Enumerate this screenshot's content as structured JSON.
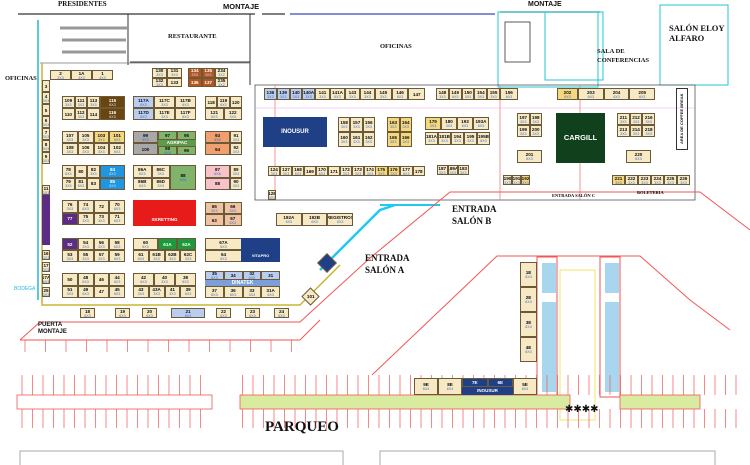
{
  "labels": {
    "presidentes": "PRESIDENTES",
    "montaje_top_left": "MONTAJE",
    "montaje_top_right": "MONTAJE",
    "restaurante": "RESTAURANTE",
    "oficinas_left": "OFICINAS",
    "oficinas_center": "OFICINAS",
    "sala_conferencias": "SALA DE CONFERENCIAS",
    "salon_eloy_alfaro": "SALÓN ELOY ALFARO",
    "entrada_salon_b": "ENTRADA SALÓN B",
    "entrada_salon_a": "ENTRADA SALÓN A",
    "entrada_salon_c": "ENTRADA SALÓN C",
    "boleteria": "BOLETERIA",
    "area_coffee_break": "AREA DE COFFEE BREAK",
    "bodega": "BODEGA",
    "puerta_montaje": "PUERTA MONTAJE",
    "parqueo": "PARQUEO"
  },
  "exhibitors": {
    "agripac": "AGRIPAC",
    "inousur": "INOUSUR",
    "cargill": "CARGILL",
    "skretting": "SKRETTING",
    "vitapro": "VITAPRO",
    "dinatek": "DINATEK",
    "inousur_outdoor": "INOUSUR"
  },
  "colors": {
    "booth": "#f6e9c4",
    "brown": "#6b4510",
    "rust": "#b5541e",
    "light_blue": "#b9cdf0",
    "grey": "#a8a8a8",
    "green": "#7fb46a",
    "orange": "#f0a06e",
    "blue": "#1e96e0",
    "pink": "#f7c3c8",
    "purple": "#5b2b86",
    "red": "#e81b1b",
    "peach": "#efc3a2",
    "dark_green": "#1a9a3a",
    "navy": "#1f3f86",
    "yellow": "#f5d77f",
    "cargill_green": "#10401c"
  },
  "booth_groups": [
    {
      "cells": [
        {
          "n": "2",
          "s": "3X3"
        },
        {
          "n": "1A",
          "s": "4X3"
        },
        {
          "n": "1",
          "s": "4X3"
        }
      ]
    },
    {
      "cells": [
        {
          "n": "130",
          "s": "3X3"
        },
        {
          "n": "131",
          "s": "3X3"
        },
        {
          "n": "132",
          "s": "3X3"
        },
        {
          "n": "133",
          "s": ""
        }
      ]
    },
    {
      "color": "rust",
      "cells": [
        {
          "n": "134",
          "s": "3X3"
        },
        {
          "n": "135",
          "s": "3X3"
        },
        {
          "n": "136",
          "s": ""
        },
        {
          "n": "137",
          "s": ""
        }
      ]
    },
    {
      "cells": [
        {
          "n": "234",
          "s": "3X2"
        },
        {
          "n": "235",
          "s": "3X2"
        }
      ]
    },
    {
      "cells": [
        {
          "n": "3",
          "s": ""
        },
        {
          "n": "4",
          "s": "3X3"
        },
        {
          "n": "5",
          "s": ""
        },
        {
          "n": "6",
          "s": "3X3"
        },
        {
          "n": "7",
          "s": "3X3"
        },
        {
          "n": "8",
          "s": "3X3"
        },
        {
          "n": "9",
          "s": "3X3"
        }
      ]
    },
    {
      "cells": [
        {
          "n": "109",
          "s": "3X3"
        },
        {
          "n": "111",
          "s": "3X3"
        },
        {
          "n": "113",
          "s": "3X3"
        },
        {
          "n": "110",
          "s": ""
        },
        {
          "n": "112",
          "s": "3X3"
        },
        {
          "n": "114",
          "s": ""
        }
      ]
    },
    {
      "color": "brown",
      "cells": [
        {
          "n": "115",
          "s": "6X3"
        },
        {
          "n": "116",
          "s": "6X3"
        }
      ]
    },
    {
      "cells": [
        {
          "n": "117A",
          "s": "6X3",
          "color": "light_blue"
        },
        {
          "n": "117C",
          "s": "3X3"
        },
        {
          "n": "117B",
          "s": "6X3"
        },
        {
          "n": "117D",
          "s": "6X3",
          "color": "light_blue"
        },
        {
          "n": "117E",
          "s": "3X3"
        },
        {
          "n": "117F",
          "s": "6X3"
        }
      ]
    },
    {
      "cells": [
        {
          "n": "118",
          "s": ""
        },
        {
          "n": "119",
          "s": "6X3"
        },
        {
          "n": "120",
          "s": ""
        }
      ]
    },
    {
      "cells": [
        {
          "n": "121",
          "s": "6X3"
        },
        {
          "n": "122",
          "s": "3X3"
        }
      ]
    },
    {
      "cells": [
        {
          "n": "107",
          "s": "3X3"
        },
        {
          "n": "105",
          "s": "3X3"
        },
        {
          "n": "103",
          "s": "3X3",
          "color": "yellow"
        },
        {
          "n": "101",
          "s": "6X3",
          "color": "yellow"
        },
        {
          "n": "108",
          "s": "3X3"
        },
        {
          "n": "106",
          "s": "3X3"
        },
        {
          "n": "104",
          "s": "3X3"
        },
        {
          "n": "102",
          "s": "6X3"
        }
      ]
    },
    {
      "color": "grey",
      "cells": [
        {
          "n": "99",
          "s": "6X3"
        },
        {
          "n": "100",
          "s": ""
        }
      ]
    },
    {
      "color": "green",
      "cells": [
        {
          "n": "97",
          "s": ""
        },
        {
          "n": "95",
          "s": ""
        },
        {
          "n": "98",
          "s": "6X6"
        },
        {
          "n": "96",
          "s": ""
        }
      ]
    },
    {
      "color": "orange",
      "cells": [
        {
          "n": "93",
          "s": "6X6"
        },
        {
          "n": "94",
          "s": ""
        }
      ]
    },
    {
      "cells": [
        {
          "n": "91",
          "s": "3X3"
        },
        {
          "n": "92",
          "s": "3X3"
        }
      ]
    },
    {
      "cells": [
        {
          "n": "78",
          "s": "6X3"
        },
        {
          "n": "80",
          "s": ""
        },
        {
          "n": "82",
          "s": "3X3"
        },
        {
          "n": "79",
          "s": "3X3"
        },
        {
          "n": "81",
          "s": "6X3"
        },
        {
          "n": "83",
          "s": ""
        }
      ]
    },
    {
      "color": "blue",
      "cells": [
        {
          "n": "84",
          "s": "6X3"
        },
        {
          "n": "85",
          "s": "6X3"
        }
      ]
    },
    {
      "cells": [
        {
          "n": "86A",
          "s": "6X3"
        },
        {
          "n": "86C",
          "s": "3X3"
        },
        {
          "n": "86B",
          "s": "6X3"
        },
        {
          "n": "86D",
          "s": "3X3"
        }
      ]
    },
    {
      "color": "green",
      "cells": [
        {
          "n": "88",
          "s": "6X6"
        }
      ]
    },
    {
      "color": "pink",
      "cells": [
        {
          "n": "87",
          "s": "6X6"
        },
        {
          "n": "88",
          "s": ""
        }
      ]
    },
    {
      "cells": [
        {
          "n": "89",
          "s": "3X3"
        },
        {
          "n": "90",
          "s": "3X3"
        }
      ]
    },
    {
      "cells": [
        {
          "n": "76",
          "s": "3X3"
        },
        {
          "n": "74",
          "s": "6X3"
        },
        {
          "n": "72",
          "s": ""
        },
        {
          "n": "70",
          "s": "6X3"
        },
        {
          "n": "77",
          "s": "",
          "color": "purple"
        },
        {
          "n": "75",
          "s": "3X3"
        },
        {
          "n": "73",
          "s": "3X3"
        },
        {
          "n": "71",
          "s": "6X3"
        }
      ]
    },
    {
      "color": "peach",
      "cells": [
        {
          "n": "65",
          "s": "3X3"
        },
        {
          "n": "66",
          "s": "3X3"
        },
        {
          "n": "63",
          "s": ""
        },
        {
          "n": "67",
          "s": "6X3"
        }
      ]
    },
    {
      "cells": [
        {
          "n": "52",
          "s": "",
          "color": "purple"
        },
        {
          "n": "54",
          "s": "3X3"
        },
        {
          "n": "56",
          "s": "3X3"
        },
        {
          "n": "58",
          "s": "6X3"
        },
        {
          "n": "53",
          "s": "3X3"
        },
        {
          "n": "55",
          "s": "3X3"
        },
        {
          "n": "57",
          "s": "3X3"
        },
        {
          "n": "59",
          "s": "6X3"
        }
      ]
    },
    {
      "cells": [
        {
          "n": "60",
          "s": "6X3"
        }
      ]
    },
    {
      "color": "dark_green",
      "cells": [
        {
          "n": "61A",
          "s": ""
        },
        {
          "n": "62A",
          "s": ""
        }
      ]
    },
    {
      "cells": [
        {
          "n": "61",
          "s": "6X3"
        },
        {
          "n": "61B",
          "s": "3X3"
        },
        {
          "n": "62B",
          "s": "3X3"
        },
        {
          "n": "62C",
          "s": "3X3"
        }
      ]
    },
    {
      "cells": [
        {
          "n": "67A",
          "s": "6X3"
        },
        {
          "n": "64",
          "s": "6X3"
        }
      ]
    },
    {
      "cells": [
        {
          "n": "50",
          "s": ""
        },
        {
          "n": "48",
          "s": "6X3"
        },
        {
          "n": "46",
          "s": ""
        },
        {
          "n": "44",
          "s": "6X3"
        },
        {
          "n": "51",
          "s": "3X3"
        },
        {
          "n": "49",
          "s": "6X3"
        },
        {
          "n": "47",
          "s": ""
        },
        {
          "n": "45",
          "s": "6X3"
        }
      ]
    },
    {
      "cells": [
        {
          "n": "42",
          "s": "6X3"
        },
        {
          "n": "40",
          "s": "3X3"
        },
        {
          "n": "38",
          "s": "6X3"
        }
      ]
    },
    {
      "cells": [
        {
          "n": "43",
          "s": "3X3"
        },
        {
          "n": "43A",
          "s": "3X3"
        },
        {
          "n": "41",
          "s": "3X3"
        },
        {
          "n": "39",
          "s": "6X3"
        }
      ]
    },
    {
      "color": "light_blue",
      "cells": [
        {
          "n": "35",
          "s": "6X3"
        },
        {
          "n": "34",
          "s": ""
        },
        {
          "n": "32",
          "s": "6X3"
        },
        {
          "n": "31",
          "s": ""
        }
      ]
    },
    {
      "cells": [
        {
          "n": "37",
          "s": "6X3"
        },
        {
          "n": "36",
          "s": "6X3"
        },
        {
          "n": "33",
          "s": "3X3"
        },
        {
          "n": "31A",
          "s": "6X3"
        }
      ]
    },
    {
      "cells": [
        {
          "n": "18",
          "s": "6X3"
        },
        {
          "n": "19",
          "s": "6X3"
        },
        {
          "n": "20",
          "s": "6X3"
        },
        {
          "n": "22",
          "s": "6X3"
        },
        {
          "n": "23",
          "s": "6X3"
        },
        {
          "n": "24",
          "s": "6X3"
        }
      ]
    },
    {
      "color": "light_blue",
      "cells": [
        {
          "n": "21",
          "s": "6X3"
        }
      ]
    },
    {
      "cells": [
        {
          "n": "11",
          "s": "3X3"
        },
        {
          "n": "16",
          "s": "3X3"
        },
        {
          "n": "17",
          "s": "3X3"
        },
        {
          "n": "17A",
          "s": "6X3"
        },
        {
          "n": "25",
          "s": "3X3"
        }
      ]
    },
    {
      "color": "light_blue",
      "cells": [
        {
          "n": "136",
          "s": "3X3"
        },
        {
          "n": "139",
          "s": "3X3"
        },
        {
          "n": "140",
          "s": "3X3"
        },
        {
          "n": "140A",
          "s": "3X3"
        }
      ]
    },
    {
      "cells": [
        {
          "n": "141",
          "s": "3X3"
        },
        {
          "n": "141A",
          "s": "6X3"
        },
        {
          "n": "143",
          "s": "3X3"
        },
        {
          "n": "144",
          "s": "3X3"
        }
      ]
    },
    {
      "cells": [
        {
          "n": "145",
          "s": "3X3"
        },
        {
          "n": "146",
          "s": "6X3"
        },
        {
          "n": "147",
          "s": ""
        }
      ]
    },
    {
      "cells": [
        {
          "n": "148",
          "s": "3X3"
        },
        {
          "n": "149",
          "s": "6X3"
        },
        {
          "n": "150",
          "s": "3X3"
        },
        {
          "n": "154",
          "s": "3X3"
        },
        {
          "n": "155",
          "s": "3X3"
        }
      ]
    },
    {
      "cells": [
        {
          "n": "156",
          "s": "6X3"
        }
      ]
    },
    {
      "color": "yellow",
      "cells": [
        {
          "n": "202",
          "s": "6X3"
        }
      ]
    },
    {
      "cells": [
        {
          "n": "203",
          "s": "6X3"
        },
        {
          "n": "204",
          "s": "6X3"
        },
        {
          "n": "205",
          "s": "6X3"
        }
      ]
    },
    {
      "cells": [
        {
          "n": "158",
          "s": "3X3"
        },
        {
          "n": "157",
          "s": "3X3"
        },
        {
          "n": "156",
          "s": "3X3"
        },
        {
          "n": "160",
          "s": "3X3"
        },
        {
          "n": "161",
          "s": "3X3"
        },
        {
          "n": "162",
          "s": "3X3"
        }
      ]
    },
    {
      "color": "yellow",
      "cells": [
        {
          "n": "163",
          "s": "3X3"
        },
        {
          "n": "164",
          "s": "3X3"
        },
        {
          "n": "165",
          "s": "3X3"
        },
        {
          "n": "166",
          "s": "3X3"
        }
      ]
    },
    {
      "cells": [
        {
          "n": "179",
          "s": "3X3",
          "color": "yellow"
        },
        {
          "n": "180",
          "s": "3X3"
        },
        {
          "n": "193",
          "s": "6X3"
        },
        {
          "n": "193A",
          "s": "6X3"
        }
      ]
    },
    {
      "cells": [
        {
          "n": "181A",
          "s": "3X3"
        },
        {
          "n": "181B",
          "s": "3X3"
        },
        {
          "n": "194",
          "s": "3X3"
        },
        {
          "n": "195",
          "s": "3X3"
        },
        {
          "n": "195B",
          "s": "6X3"
        }
      ]
    },
    {
      "cells": [
        {
          "n": "197",
          "s": "3X3"
        },
        {
          "n": "198",
          "s": "3X3"
        },
        {
          "n": "199",
          "s": "3X3"
        },
        {
          "n": "200",
          "s": "3X3"
        }
      ]
    },
    {
      "cells": [
        {
          "n": "211",
          "s": "3X3"
        },
        {
          "n": "212",
          "s": "3X3"
        },
        {
          "n": "216",
          "s": "3X3"
        },
        {
          "n": "213",
          "s": "3X3"
        },
        {
          "n": "214",
          "s": "3X3"
        },
        {
          "n": "218",
          "s": "3X3"
        }
      ]
    },
    {
      "cells": [
        {
          "n": "201",
          "s": "6X3"
        }
      ]
    },
    {
      "cells": [
        {
          "n": "220",
          "s": "6X3"
        }
      ]
    },
    {
      "cells": [
        {
          "n": "124",
          "s": "3X3"
        },
        {
          "n": "127",
          "s": "3X3"
        },
        {
          "n": "168",
          "s": "6X3"
        },
        {
          "n": "169",
          "s": ""
        },
        {
          "n": "170",
          "s": "6X3"
        },
        {
          "n": "171",
          "s": ""
        },
        {
          "n": "172",
          "s": "3X3"
        },
        {
          "n": "173",
          "s": "3X3"
        },
        {
          "n": "174",
          "s": "3X3"
        }
      ]
    },
    {
      "cells": [
        {
          "n": "175",
          "s": "3X3",
          "color": "yellow"
        },
        {
          "n": "176",
          "s": "3X3",
          "color": "yellow"
        },
        {
          "n": "177",
          "s": "6X3"
        },
        {
          "n": "178",
          "s": ""
        }
      ]
    },
    {
      "cells": [
        {
          "n": "187",
          "s": "3X3"
        },
        {
          "n": "189A",
          "s": "3X3"
        },
        {
          "n": "183",
          "s": "3X3"
        }
      ]
    },
    {
      "cells": [
        {
          "n": "190",
          "s": "3X3"
        },
        {
          "n": "191",
          "s": "3X3"
        },
        {
          "n": "192",
          "s": "3X3",
          "color": "yellow"
        }
      ]
    },
    {
      "cells": [
        {
          "n": "221",
          "s": "3X3",
          "color": "yellow"
        },
        {
          "n": "222",
          "s": "3X3"
        },
        {
          "n": "223",
          "s": "3X3"
        },
        {
          "n": "224",
          "s": "3X3"
        },
        {
          "n": "225",
          "s": "3X3"
        },
        {
          "n": "226",
          "s": "3X3"
        }
      ]
    },
    {
      "cells": [
        {
          "n": "128",
          "s": "3X3"
        }
      ]
    },
    {
      "cells": [
        {
          "n": "192A",
          "s": "6X3"
        },
        {
          "n": "192B",
          "s": "6X3"
        },
        {
          "n": "REGISTROS",
          "s": "6X3"
        }
      ]
    },
    {
      "cells": [
        {
          "n": "1E",
          "s": "6X4"
        },
        {
          "n": "2E",
          "s": "6X4"
        },
        {
          "n": "3E",
          "s": "6X4"
        },
        {
          "n": "4E",
          "s": "6X4"
        }
      ]
    },
    {
      "cells": [
        {
          "n": "9E",
          "s": "6X4"
        },
        {
          "n": "8E",
          "s": "6X4"
        }
      ]
    },
    {
      "color": "navy",
      "cells": [
        {
          "n": "7E",
          "s": ""
        },
        {
          "n": "6E",
          "s": ""
        }
      ]
    },
    {
      "cells": [
        {
          "n": "5E",
          "s": "6X4"
        }
      ]
    }
  ],
  "diamond_booths": [
    {
      "n": "",
      "color": "navy"
    },
    {
      "n": "101",
      "s": "4X3"
    }
  ]
}
